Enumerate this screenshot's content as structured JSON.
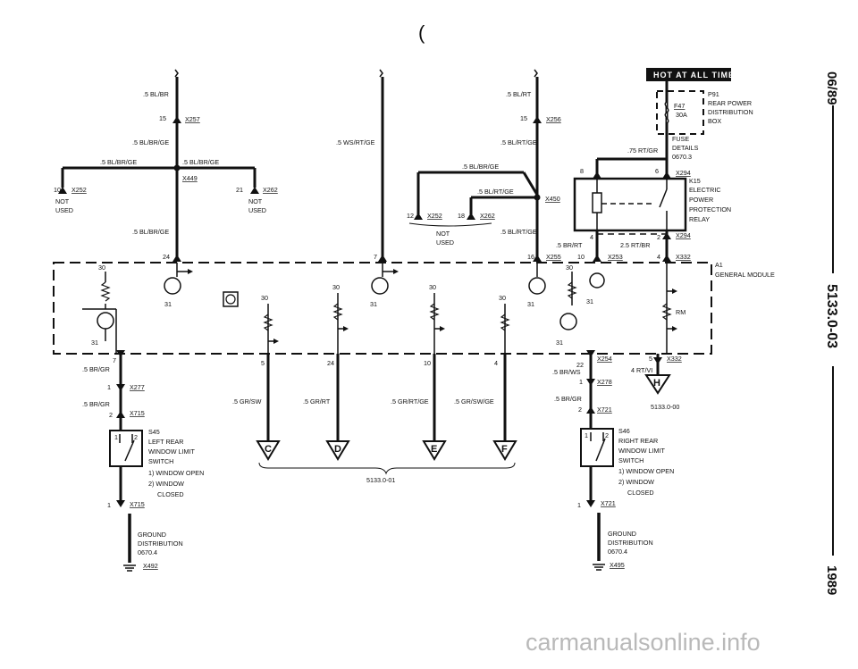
{
  "side": {
    "date": "06/89",
    "section": "5133.0-03",
    "year": "1989"
  },
  "watermark": "carmanualsonline.info",
  "hot_banner": "HOT AT ALL TIMES",
  "fuse": {
    "ref": "F47",
    "amps": "30A",
    "note1": "FUSE",
    "note2": "DETAILS",
    "note3": "0670.3"
  },
  "p91": {
    "code": "P91",
    "l1": "REAR POWER",
    "l2": "DISTRIBUTION",
    "l3": "BOX"
  },
  "k15": {
    "code": "K15",
    "l1": "ELECTRIC",
    "l2": "POWER",
    "l3": "PROTECTION",
    "l4": "RELAY"
  },
  "a1": {
    "code": "A1",
    "l1": "GENERAL MODULE"
  },
  "wires": {
    "bl_br": ".5 BL/BR",
    "bl_br_ge_1": ".5 BL/BR/GE",
    "bl_br_ge_2": ".5 BL/BR/GE",
    "bl_br_ge_3": ".5 BL/BR/GE",
    "bl_br_ge_4": ".5 BL/BR/GE",
    "ws_rt_ge": ".5 WS/RT/GE",
    "bl_rt": ".5 BL/RT",
    "bl_rt_ge_1": ".5 BL/RT/GE",
    "bl_br_ge_5": ".5 BL/BR/GE",
    "bl_rt_ge_2": ".5 BL/RT/GE",
    "bl_rt_ge_3": ".5 BL/RT/GE",
    "rt_gr": ".75 RT/GR",
    "br_rt": ".5 BR/RT",
    "rt_br": "2.5 RT/BR",
    "br_gr_1": ".5 BR/GR",
    "br_gr_2": ".5 BR/GR",
    "gr_sw": ".5 GR/SW",
    "gr_rt": ".5 GR/RT",
    "gr_rt_ge": ".5 GR/RT/GE",
    "gr_sw_ge": ".5 GR/SW/GE",
    "br_ws": ".5 BR/WS",
    "br_gr_3": ".5 BR/GR",
    "rt_vi": "4 RT/VI"
  },
  "connectors": {
    "x257": "X257",
    "x256": "X256",
    "x449": "X449",
    "x252a": "X252",
    "x262a": "X262",
    "x450": "X450",
    "x252b": "X252",
    "x262b": "X262",
    "x294a": "X294",
    "x294b": "X294",
    "x255": "X255",
    "x253": "X253",
    "x332a": "X332",
    "x277": "X277",
    "x715a": "X715",
    "x254": "X254",
    "x332b": "X332",
    "x278": "X278",
    "x721a": "X721",
    "x715b": "X715",
    "x721b": "X721",
    "x492": "X492",
    "x495": "X495"
  },
  "pins": {
    "p15a": "15",
    "p15b": "15",
    "p10": "10",
    "p21": "21",
    "p12": "12",
    "p18": "18",
    "p8": "8",
    "p6": "6",
    "p4a": "4",
    "p2a": "2",
    "p24a": "24",
    "p7a": "7",
    "p16": "16",
    "p10b": "10",
    "p4b": "4",
    "p30a": "30",
    "p30b": "30",
    "p30c": "30",
    "p30d": "30",
    "p30e": "30",
    "p30f": "30",
    "p31a": "31",
    "p31b": "31",
    "p31c": "31",
    "p31d": "31",
    "p31e": "31",
    "p31f": "31",
    "p7b": "7",
    "p1a": "1",
    "p2b": "2",
    "p5": "5",
    "p24b": "24",
    "p10c": "10",
    "p4c": "4",
    "p22": "22",
    "p1b": "1",
    "p2c": "2",
    "p5b": "5",
    "p1c": "1",
    "p1d": "1",
    "s1a": "1",
    "s2a": "2",
    "s1b": "1",
    "s2b": "2"
  },
  "labels": {
    "not_used_1": "NOT",
    "not_used_1b": "USED",
    "not_used_2": "NOT",
    "not_used_2b": "USED",
    "not_used_3": "NOT",
    "not_used_3b": "USED",
    "rm": "RM",
    "ref_h": "5133.0-00",
    "ref_cdef": "5133.0-01"
  },
  "s45": {
    "code": "S45",
    "l1": "LEFT REAR",
    "l2": "WINDOW LIMIT",
    "l3": "SWITCH",
    "o1": "1) WINDOW OPEN",
    "o2": "2) WINDOW",
    "o3": "CLOSED"
  },
  "s46": {
    "code": "S46",
    "l1": "RIGHT REAR",
    "l2": "WINDOW LIMIT",
    "l3": "SWITCH",
    "o1": "1) WINDOW OPEN",
    "o2": "2) WINDOW",
    "o3": "CLOSED"
  },
  "gnd_left": {
    "l1": "GROUND",
    "l2": "DISTRIBUTION",
    "l3": "0670.4"
  },
  "gnd_right": {
    "l1": "GROUND",
    "l2": "DISTRIBUTION",
    "l3": "0670.4"
  },
  "refs": {
    "c": "C",
    "d": "D",
    "e": "E",
    "f": "F",
    "h": "H"
  }
}
